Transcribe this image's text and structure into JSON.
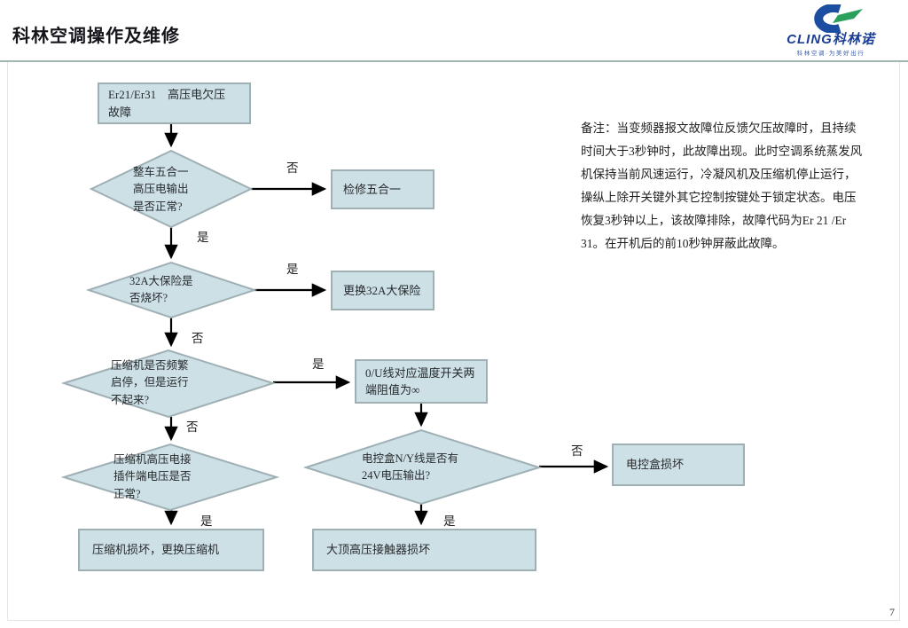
{
  "header": {
    "title": "科林空调操作及维修",
    "logo": {
      "text": "CLING科林诺",
      "tagline": "科林空调·为美好出行"
    }
  },
  "note": "备注：当变频器报文故障位反馈欠压故障时，且持续\n时间大于3秒钟时，此故障出现。此时空调系统蒸发风\n机保持当前风速运行，冷凝风机及压缩机停止运行，\n操纵上除开关键外其它控制按键处于锁定状态。电压\n恢复3秒钟以上，该故障排除，故障代码为Er 21 /Er\n31。在开机后的前10秒钟屏蔽此故障。",
  "page_number": "7",
  "colors": {
    "node_fill": "#cde0e6",
    "node_border": "#9fb0b5",
    "divider": "#a3b7b1",
    "arrow": "#000000",
    "logo_blue": "#1b4da1",
    "logo_green": "#2ba05c",
    "brand_text": "#1b3e94"
  },
  "flowchart": {
    "nodes": {
      "start": "Er21/Er31　高压电欠压\n故障",
      "d1": "整车五合一\n高压电输出\n是否正常?",
      "fix_5in1": "检修五合一",
      "d2": "32A大保险是\n否烧坏?",
      "replace_fuse": "更换32A大保险",
      "d3": "压缩机是否频繁\n启停，但是运行\n不起来?",
      "ou_box": "0/U线对应温度开关两\n端阻值为∞",
      "d4": "压缩机高压电接\n插件端电压是否\n正常?",
      "compressor_broken": "压缩机损坏，更换压缩机",
      "d5": "电控盒N/Y线是否有\n24V电压输出?",
      "ecu_broken": "电控盒损坏",
      "contactor_broken": "大顶高压接触器损坏"
    },
    "edge_labels": {
      "no1": "否",
      "yes1": "是",
      "yes2": "是",
      "no2": "否",
      "yes3": "是",
      "no3": "否",
      "yes4": "是",
      "no5": "否",
      "yes5": "是"
    }
  }
}
